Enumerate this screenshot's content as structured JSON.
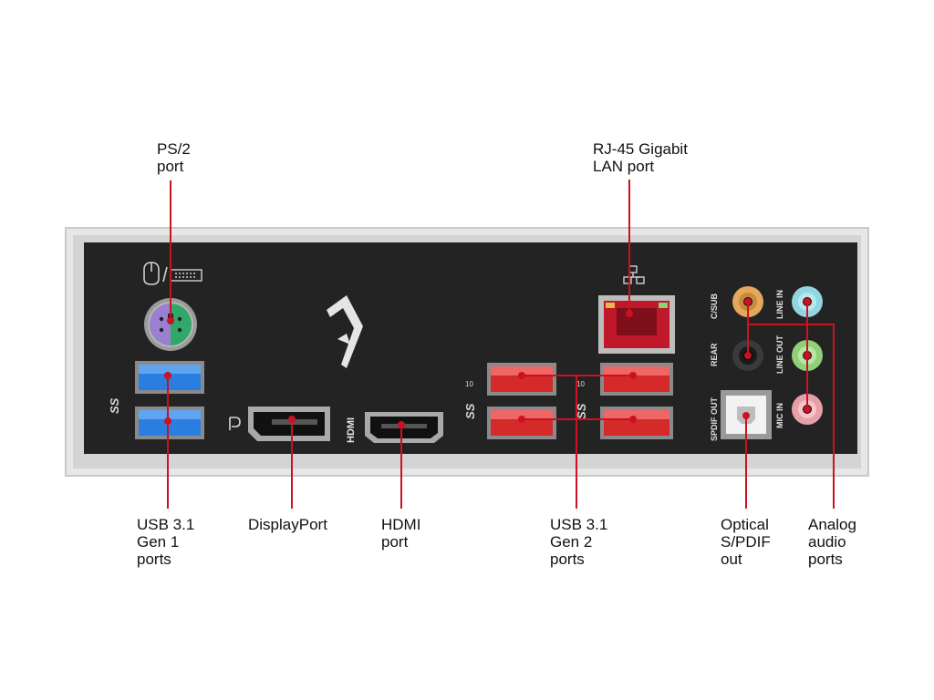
{
  "callouts": {
    "ps2": "PS/2\nport",
    "lan": "RJ-45 Gigabit\nLAN port",
    "usb_gen1": "USB 3.1\nGen 1\nports",
    "displayport": "DisplayPort",
    "hdmi": "HDMI\nport",
    "usb_gen2": "USB 3.1\nGen 2\nports",
    "optical": "Optical\nS/PDIF\nout",
    "analog": "Analog\naudio\nports"
  },
  "panel_labels": {
    "hdmi": "HDMI",
    "usb_gen1_logo": "SS",
    "usb_gen2_logo": "SS",
    "usb_gen2_rate": "10",
    "c_sub": "C/SUB",
    "rear": "REAR",
    "spdif_out": "SPDIF OUT",
    "line_in": "LINE IN",
    "line_out": "LINE OUT",
    "mic_in": "MIC IN"
  },
  "colors": {
    "pointer": "#cc1122",
    "panel": "#232323",
    "usb_gen1": "#2a7de1",
    "usb_gen2": "#d42a2a",
    "lan_port": "#c0182a",
    "jack_c_sub": "#e3a85a",
    "jack_rear": "#1b1b1b",
    "jack_line_in": "#8fd6e0",
    "jack_line_out": "#8fd17a",
    "jack_mic_in": "#e8a0a8",
    "ps2_mouse": "#9b7fd0",
    "ps2_keyboard": "#2fa86a"
  },
  "icons": [
    "mouse-icon",
    "keyboard-icon",
    "network-icon",
    "displayport-icon",
    "usb-superspeed-icon",
    "rog-logo"
  ]
}
